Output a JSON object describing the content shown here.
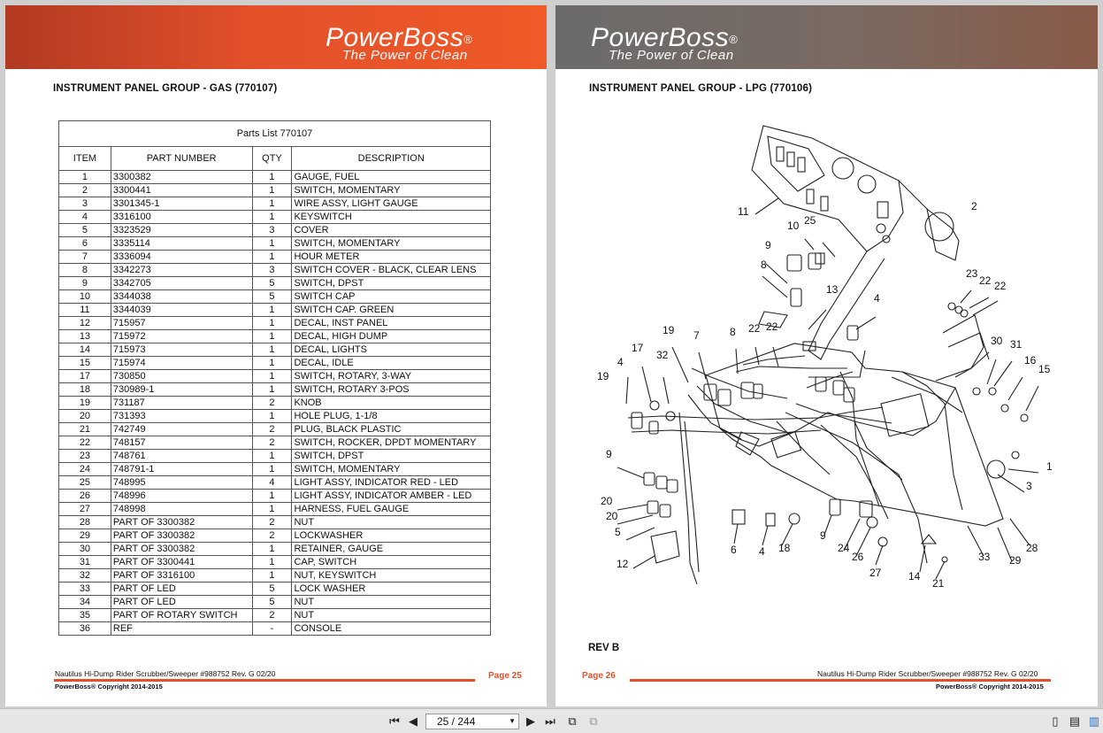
{
  "left_page": {
    "brand": "PowerBoss",
    "brand_mark": "®",
    "tagline": "The Power of Clean",
    "title": "INSTRUMENT PANEL GROUP - GAS (770107)",
    "table_caption": "Parts List 770107",
    "columns": [
      "ITEM",
      "PART NUMBER",
      "QTY",
      "DESCRIPTION"
    ],
    "rows": [
      [
        "1",
        "3300382",
        "1",
        "GAUGE, FUEL"
      ],
      [
        "2",
        "3300441",
        "1",
        "SWITCH, MOMENTARY"
      ],
      [
        "3",
        "3301345-1",
        "1",
        "WIRE ASSY, LIGHT GAUGE"
      ],
      [
        "4",
        "3316100",
        "1",
        "KEYSWITCH"
      ],
      [
        "5",
        "3323529",
        "3",
        "COVER"
      ],
      [
        "6",
        "3335114",
        "1",
        "SWITCH, MOMENTARY"
      ],
      [
        "7",
        "3336094",
        "1",
        "HOUR METER"
      ],
      [
        "8",
        "3342273",
        "3",
        "SWITCH COVER - BLACK, CLEAR LENS"
      ],
      [
        "9",
        "3342705",
        "5",
        "SWITCH, DPST"
      ],
      [
        "10",
        "3344038",
        "5",
        "SWITCH CAP"
      ],
      [
        "11",
        "3344039",
        "1",
        "SWITCH CAP. GREEN"
      ],
      [
        "12",
        "715957",
        "1",
        "DECAL, INST PANEL"
      ],
      [
        "13",
        "715972",
        "1",
        "DECAL, HIGH DUMP"
      ],
      [
        "14",
        "715973",
        "1",
        "DECAL, LIGHTS"
      ],
      [
        "15",
        "715974",
        "1",
        "DECAL, IDLE"
      ],
      [
        "17",
        "730850",
        "1",
        "SWITCH, ROTARY, 3-WAY"
      ],
      [
        "18",
        "730989-1",
        "1",
        "SWITCH, ROTARY 3-POS"
      ],
      [
        "19",
        "731187",
        "2",
        "KNOB"
      ],
      [
        "20",
        "731393",
        "1",
        "HOLE PLUG, 1-1/8"
      ],
      [
        "21",
        "742749",
        "2",
        "PLUG, BLACK PLASTIC"
      ],
      [
        "22",
        "748157",
        "2",
        "SWITCH, ROCKER, DPDT MOMENTARY"
      ],
      [
        "23",
        "748761",
        "1",
        "SWITCH, DPST"
      ],
      [
        "24",
        "748791-1",
        "1",
        "SWITCH, MOMENTARY"
      ],
      [
        "25",
        "748995",
        "4",
        "LIGHT ASSY, INDICATOR RED - LED"
      ],
      [
        "26",
        "748996",
        "1",
        "LIGHT ASSY,  INDICATOR AMBER - LED"
      ],
      [
        "27",
        "748998",
        "1",
        "HARNESS, FUEL GAUGE"
      ],
      [
        "28",
        "PART OF 3300382",
        "2",
        "NUT"
      ],
      [
        "29",
        "PART OF 3300382",
        "2",
        "LOCKWASHER"
      ],
      [
        "30",
        "PART OF 3300382",
        "1",
        "RETAINER, GAUGE"
      ],
      [
        "31",
        "PART OF 3300441",
        "1",
        "CAP, SWITCH"
      ],
      [
        "32",
        "PART OF 3316100",
        "1",
        "NUT, KEYSWITCH"
      ],
      [
        "33",
        "PART OF LED",
        "5",
        "LOCK WASHER"
      ],
      [
        "34",
        "PART OF LED",
        "5",
        "NUT"
      ],
      [
        "35",
        "PART OF ROTARY SWITCH",
        "2",
        "NUT"
      ],
      [
        "36",
        "REF",
        "-",
        " CONSOLE"
      ]
    ],
    "footer_doc": "Nautilus Hi-Dump Rider Scrubber/Sweeper #988752 Rev. G 02/20",
    "footer_page": "Page  25",
    "footer_copy": "PowerBoss® Copyright 2014-2015"
  },
  "right_page": {
    "brand": "PowerBoss",
    "brand_mark": "®",
    "tagline": "The Power of Clean",
    "title": "INSTRUMENT PANEL GROUP - LPG (770106)",
    "callouts": [
      "11",
      "2",
      "10",
      "25",
      "9",
      "8",
      "13",
      "4",
      "23",
      "22",
      "22",
      "19",
      "7",
      "8",
      "22",
      "22",
      "30",
      "31",
      "17",
      "32",
      "4",
      "16",
      "15",
      "19",
      "9",
      "1",
      "3",
      "20",
      "20",
      "5",
      "6",
      "4",
      "18",
      "9",
      "24",
      "26",
      "28",
      "33",
      "29",
      "12",
      "27",
      "14",
      "21"
    ],
    "rev": "REV B",
    "footer_page": "Page  26",
    "footer_doc": "Nautilus Hi-Dump Rider Scrubber/Sweeper #988752 Rev. G 02/20",
    "footer_copy": "PowerBoss® Copyright 2014-2015"
  },
  "toolbar": {
    "page_indicator": "25 / 244",
    "first_icon": "first-page-icon",
    "prev_icon": "prev-page-icon",
    "next_icon": "next-page-icon",
    "last_icon": "last-page-icon"
  }
}
